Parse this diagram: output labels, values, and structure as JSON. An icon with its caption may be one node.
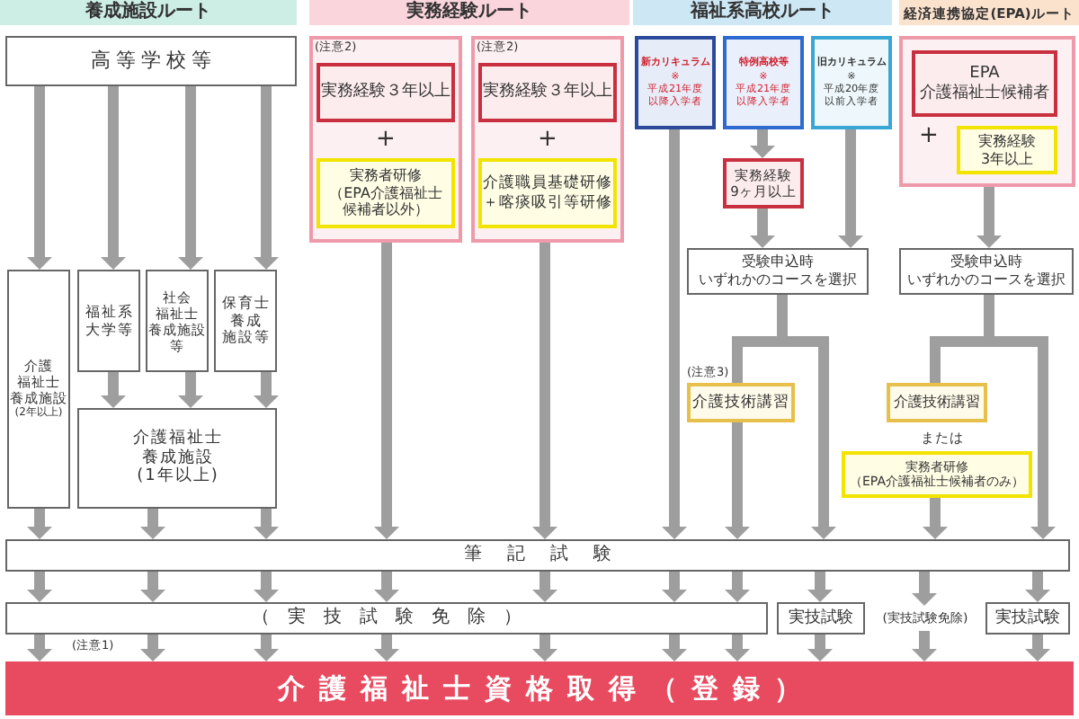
{
  "diagram": {
    "nodes": [
      {
        "text": [
          "養成施設ルート"
        ]
      },
      {
        "text": [
          "実務経験ルート"
        ]
      },
      {
        "text": [
          "福祉系高校ルート"
        ]
      },
      {
        "text": [
          "経済連携協定(EPA)ルート"
        ]
      },
      {
        "text": [
          "高等学校等"
        ]
      },
      {
        "text": [
          "(注意2)",
          "+"
        ]
      },
      {
        "text": [
          "実務経験３年以上"
        ],
        "in": 5
      },
      {
        "text": [
          "実務者研修（EPA介護福祉士候補者以外）"
        ],
        "in": 5
      },
      {
        "text": [
          "(注意2)",
          "+"
        ]
      },
      {
        "text": [
          "実務経験３年以上"
        ],
        "in": 8
      },
      {
        "text": [
          "介護職員基礎研修＋喀痰吸引等研修"
        ],
        "in": 8
      },
      {
        "text": [
          "新カリキュラム",
          "※平成21年度以降入学者"
        ]
      },
      {
        "text": [
          "特例高校等",
          "※平成21年度以降入学者"
        ]
      },
      {
        "text": [
          "旧カリキュラム",
          "※平成20年度以前入学者"
        ]
      },
      {
        "text": [
          "+"
        ]
      },
      {
        "text": [
          "EPA介護福祉士候補者"
        ],
        "in": 14
      },
      {
        "text": [
          "実務経験3年以上"
        ],
        "in": 14
      },
      {
        "text": [
          "実務経験9ヶ月以上"
        ]
      },
      {
        "text": [
          "受験申込時いずれかのコースを選択"
        ]
      },
      {
        "text": [
          "受験申込時いずれかのコースを選択"
        ]
      },
      {
        "text": [
          "介護福祉士養成施設",
          "(2年以上)"
        ]
      },
      {
        "text": [
          "福祉系大学等"
        ]
      },
      {
        "text": [
          "社会福祉士養成施設等"
        ]
      },
      {
        "text": [
          "保育士養成施設等"
        ]
      },
      {
        "text": [
          "介護技術講習"
        ],
        "beside": [
          "(注意3)"
        ]
      },
      {
        "text": [
          "介護技術講習"
        ]
      },
      {
        "text": [
          "実務者研修（EPA介護福祉士候補者のみ）"
        ]
      },
      {
        "text": [
          "介護福祉士養成施設",
          "(1年以上)"
        ]
      },
      {
        "text": [
          "筆記試験"
        ]
      },
      {
        "text": [
          "（実技試験免除）"
        ]
      },
      {
        "text": [
          "実技試験"
        ]
      },
      {
        "text": [
          "(実技試験免除)"
        ]
      },
      {
        "text": [
          "実技試験"
        ]
      },
      {
        "text": [
          "介護福祉士資格取得（登録）"
        ]
      }
    ],
    "edges": [
      {
        "from": 4,
        "to": 20,
        "arrow": "to"
      },
      {
        "from": 4,
        "to": 21,
        "arrow": "to"
      },
      {
        "from": 4,
        "to": 22,
        "arrow": "to"
      },
      {
        "from": 4,
        "to": 23,
        "arrow": "to"
      },
      {
        "from": 21,
        "to": 27,
        "arrow": "to"
      },
      {
        "from": 22,
        "to": 27,
        "arrow": "to"
      },
      {
        "from": 23,
        "to": 27,
        "arrow": "to"
      },
      {
        "from": 20,
        "to": 28,
        "arrow": "to"
      },
      {
        "from": 27,
        "to": 28,
        "arrow": "to"
      },
      {
        "from": 27,
        "to": 28,
        "arrow": "to"
      },
      {
        "from": 5,
        "to": 28,
        "arrow": "to"
      },
      {
        "from": 8,
        "to": 28,
        "arrow": "to"
      },
      {
        "from": 11,
        "to": 28,
        "arrow": "to"
      },
      {
        "from": 12,
        "to": 17,
        "arrow": "to"
      },
      {
        "from": 17,
        "to": 18,
        "arrow": "to"
      },
      {
        "from": 13,
        "to": 18,
        "arrow": "to"
      },
      {
        "from": 18,
        "to": 24,
        "arrow": "none"
      },
      {
        "from": 18,
        "to": 28,
        "arrow": "to"
      },
      {
        "from": 24,
        "to": 28,
        "arrow": "to"
      },
      {
        "from": 14,
        "to": 19,
        "arrow": "to"
      },
      {
        "from": 19,
        "to": 25,
        "arrow": "none"
      },
      {
        "from": 19,
        "to": 28,
        "arrow": "to"
      },
      {
        "from": 26,
        "to": 28,
        "arrow": "to"
      },
      {
        "from": 28,
        "to": 29,
        "arrow": "to"
      },
      {
        "from": 28,
        "to": 29,
        "arrow": "to"
      },
      {
        "from": 28,
        "to": 29,
        "arrow": "to"
      },
      {
        "from": 28,
        "to": 29,
        "arrow": "to"
      },
      {
        "from": 28,
        "to": 29,
        "arrow": "to"
      },
      {
        "from": 28,
        "to": 29,
        "arrow": "to"
      },
      {
        "from": 28,
        "to": 29,
        "arrow": "to"
      },
      {
        "from": 28,
        "to": 30,
        "arrow": "to"
      },
      {
        "from": 28,
        "to": 31,
        "arrow": "to"
      },
      {
        "from": 28,
        "to": 32,
        "arrow": "to"
      },
      {
        "from": 29,
        "to": 33,
        "arrow": "to"
      },
      {
        "from": 29,
        "to": 33,
        "arrow": "to"
      },
      {
        "from": 29,
        "to": 33,
        "arrow": "to"
      },
      {
        "from": 29,
        "to": 33,
        "arrow": "to"
      },
      {
        "from": 29,
        "to": 33,
        "arrow": "to"
      },
      {
        "from": 29,
        "to": 33,
        "arrow": "to"
      },
      {
        "from": 29,
        "to": 33,
        "arrow": "to"
      },
      {
        "from": 30,
        "to": 33,
        "arrow": "to"
      },
      {
        "from": 31,
        "to": 33,
        "arrow": "to"
      },
      {
        "from": 32,
        "to": 33,
        "arrow": "to"
      }
    ],
    "labels": [
      "(注意1)",
      "または"
    ]
  }
}
